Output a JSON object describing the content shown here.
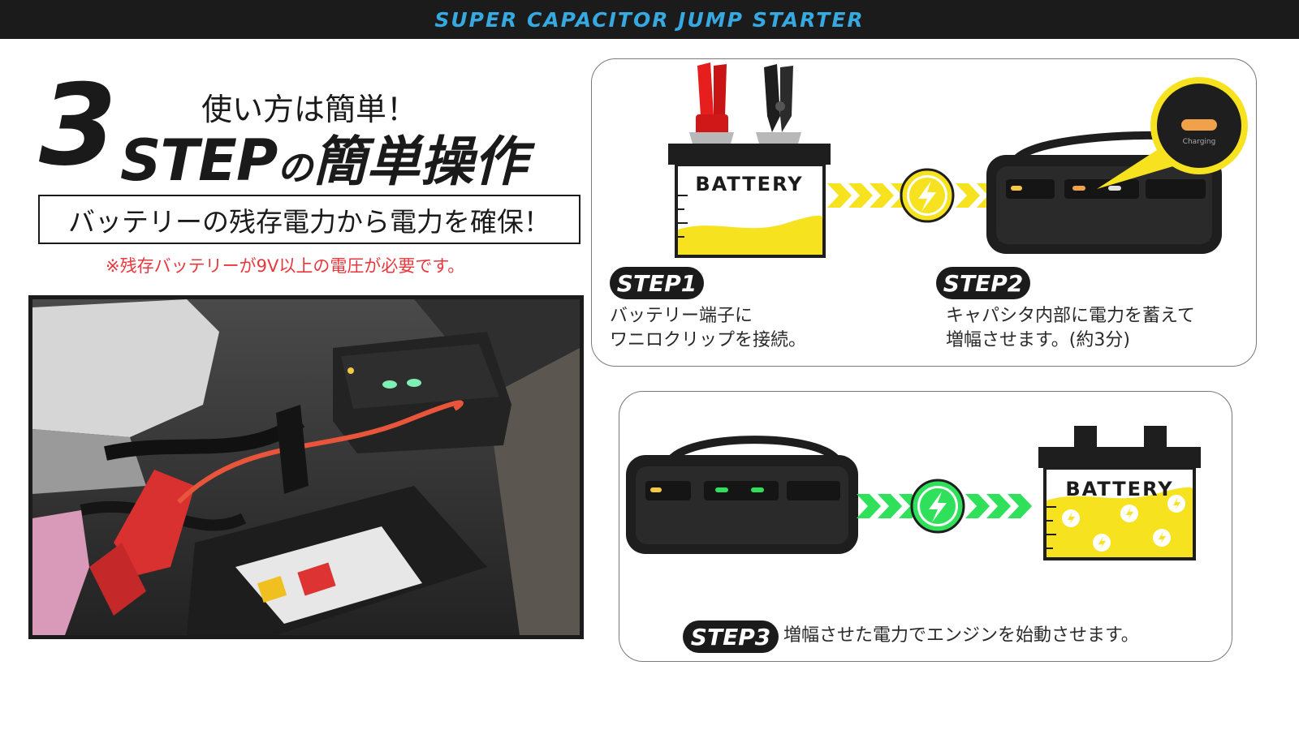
{
  "header": {
    "title": "SUPER CAPACITOR JUMP STARTER"
  },
  "heading": {
    "number": "3",
    "easy": "使い方は簡単！",
    "step_word": "STEP",
    "no": "の",
    "operation": "簡単操作"
  },
  "subtitle": "バッテリーの残存電力から電力を確保！",
  "note": "※残存バッテリーが9V以上の電圧が必要です。",
  "steps": [
    {
      "label": "STEP1",
      "lines": [
        "バッテリー端子に",
        "ワニロクリップを接続。"
      ]
    },
    {
      "label": "STEP2",
      "lines": [
        "キャパシタ内部に電力を蓄えて",
        "増幅させます。(約3分)"
      ]
    },
    {
      "label": "STEP3",
      "lines": [
        "増幅させた電力でエンジンを始動させます。"
      ]
    }
  ],
  "battery_label": "BATTERY",
  "charging_label": "Charging",
  "colors": {
    "accent_blue": "#36a9e1",
    "note_red": "#e8383d",
    "arrow_yellow": "#f6e21e",
    "arrow_green": "#2fe05a",
    "dark": "#1b1b1b"
  },
  "icons": [
    "lightning-bolt-icon",
    "red-clamp-icon",
    "black-clamp-icon",
    "jump-starter-device-icon"
  ]
}
